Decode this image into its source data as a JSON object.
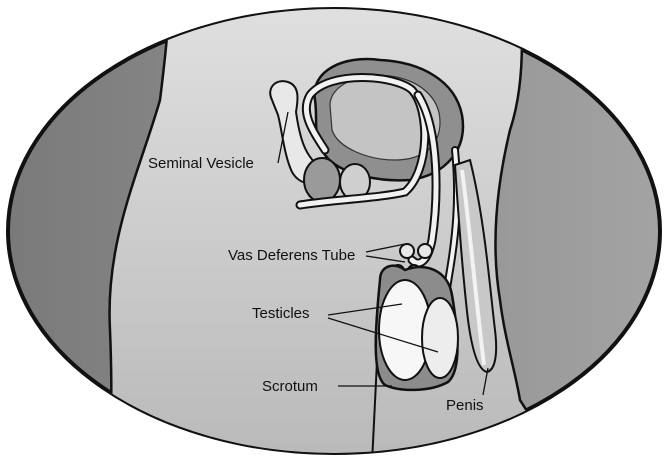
{
  "labels": {
    "seminal_vesicle": "Seminal Vesicle",
    "vas_deferens": "Vas Deferens Tube",
    "testicles": "Testicles",
    "scrotum": "Scrotum",
    "penis": "Penis"
  },
  "colors": {
    "background": "#ffffff",
    "outline": "#111111",
    "oval_fill": "#8c8c8c",
    "body_fill": "#cfcfcf",
    "organ_fill": "#9a9a9a",
    "tube_fill": "#f2f2f2"
  }
}
